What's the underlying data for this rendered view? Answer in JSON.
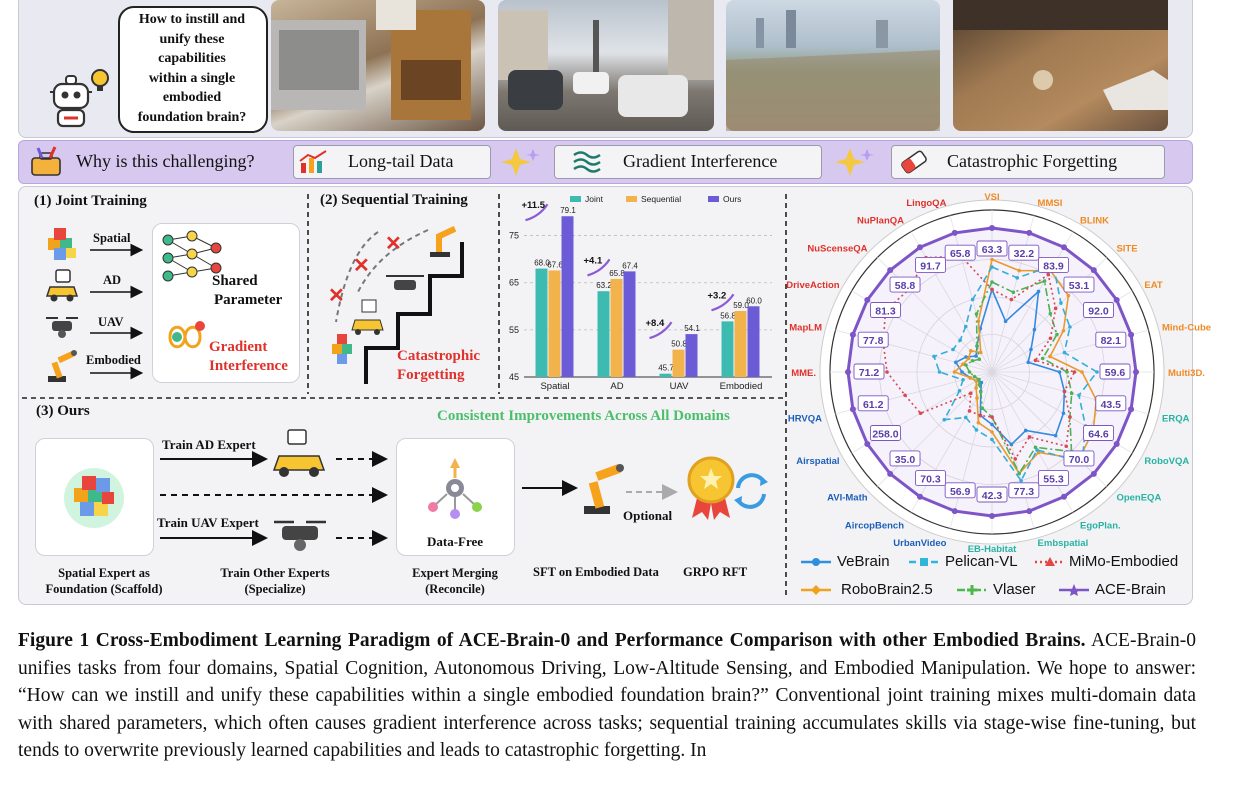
{
  "banner": {
    "question": "How to instill and unify these capabilities within a single embodied foundation brain?",
    "question_lines": [
      "How to instill and",
      "unify these",
      "capabilities",
      "within a single",
      "embodied",
      "foundation brain?"
    ]
  },
  "challenge": {
    "title": "Why is this challenging?",
    "items": [
      "Long-tail Data",
      "Gradient Interference",
      "Catastrophic Forgetting"
    ]
  },
  "joint": {
    "title": "(1) Joint Training",
    "domains": [
      "Spatial",
      "AD",
      "UAV",
      "Embodied"
    ],
    "shared": [
      "Shared",
      "Parameter"
    ],
    "interference": [
      "Gradient",
      "Interference"
    ]
  },
  "sequential": {
    "title": "(2) Sequential Training",
    "forgetting": [
      "Catastrophic",
      "Forgetting"
    ]
  },
  "ours": {
    "title": "(3) Ours",
    "headline": "Consistent Improvements Across All Domains",
    "train_ad": "Train AD Expert",
    "train_uav": "Train UAV Expert",
    "data_free": "Data-Free",
    "optional": "Optional",
    "steps": [
      [
        "Spatial Expert as",
        "Foundation (Scaffold)"
      ],
      [
        "Train Other Experts",
        "(Specialize)"
      ],
      [
        "Expert Merging",
        "(Reconcile)"
      ],
      [
        "SFT on Embodied Data"
      ],
      [
        "GRPO RFT"
      ]
    ]
  },
  "chart_data": [
    {
      "type": "bar",
      "categories": [
        "Spatial",
        "AD",
        "UAV",
        "Embodied"
      ],
      "series": [
        {
          "name": "Joint",
          "color": "#3dbbb0",
          "values": [
            68.0,
            63.2,
            45.7,
            56.8
          ]
        },
        {
          "name": "Sequential",
          "color": "#f2b24c",
          "values": [
            67.6,
            65.8,
            50.8,
            59.0
          ]
        },
        {
          "name": "Ours",
          "color": "#6b5bd6",
          "values": [
            79.1,
            67.4,
            54.1,
            60.0
          ]
        }
      ],
      "value_labels": [
        [
          "68.0",
          "63.2",
          "45.7",
          "56.8"
        ],
        [
          "67.6",
          "65.8",
          "50.8",
          "59.0"
        ],
        [
          "79.1",
          "67.4",
          "54.1",
          "60.0"
        ]
      ],
      "gains": [
        "+11.5",
        "+4.1",
        "+8.4",
        "+3.2"
      ],
      "ylim": [
        45,
        80
      ],
      "yticks": [
        "45",
        "55",
        "65",
        "75"
      ],
      "grid": true,
      "legend": "top"
    },
    {
      "type": "radar",
      "axes": [
        "VSI",
        "MMSI",
        "BLINK",
        "SITE",
        "EAT",
        "Mind-Cube",
        "Multi3D.",
        "ERQA",
        "RoboVQA",
        "OpenEQA",
        "EgoPlan.",
        "Embspatial",
        "EB-Habitat",
        "UrbanVideo",
        "AircopBench",
        "AVI-Math",
        "Airspatial",
        "HRVQA",
        "MME.",
        "MapLM",
        "DriveAction",
        "NuScenseQA",
        "NuPlanQA",
        "LingoQA"
      ],
      "axis_colors": [
        "#f08a24",
        "#f08a24",
        "#f08a24",
        "#f08a24",
        "#f08a24",
        "#f08a24",
        "#f08a24",
        "#27b3a3",
        "#27b3a3",
        "#27b3a3",
        "#27b3a3",
        "#27b3a3",
        "#27b3a3",
        "#1d5fb8",
        "#1d5fb8",
        "#1d5fb8",
        "#1d5fb8",
        "#1d5fb8",
        "#e0312b",
        "#e0312b",
        "#e0312b",
        "#e0312b",
        "#e0312b",
        "#e0312b"
      ],
      "ace_values": [
        "63.3",
        "32.2",
        "83.9",
        "53.1",
        "92.0",
        "82.1",
        "59.6",
        "43.5",
        "64.6",
        "70.0",
        "55.3",
        "77.3",
        "42.3",
        "56.9",
        "70.3",
        "35.0",
        "258.0",
        "61.2",
        "71.2",
        "77.8",
        "81.3",
        "58.8",
        "91.7",
        "65.8"
      ],
      "series": [
        {
          "name": "VeBrain",
          "color": "#2e8fe0",
          "dash": "solid",
          "values": [
            0.55,
            0.35,
            0.62,
            0.4,
            0.3,
            0.25,
            0.45,
            0.5,
            0.55,
            0.6,
            0.45,
            0.5,
            0.35,
            0.3,
            0.15,
            0.1,
            0.12,
            0.15,
            0.2,
            0.25,
            0.2,
            0.15,
            0.2,
            0.3
          ]
        },
        {
          "name": "RoboBrain2.5",
          "color": "#f2a020",
          "dash": "solid",
          "values": [
            0.75,
            0.7,
            0.78,
            0.72,
            0.55,
            0.4,
            0.6,
            0.72,
            0.78,
            0.82,
            0.62,
            0.7,
            0.4,
            0.35,
            0.2,
            0.15,
            0.12,
            0.15,
            0.25,
            0.2,
            0.18,
            0.2,
            0.15,
            0.35
          ]
        },
        {
          "name": "Pelican-VL",
          "color": "#2fb6d8",
          "dash": "dashed",
          "values": [
            0.7,
            0.65,
            0.82,
            0.65,
            0.6,
            0.5,
            0.7,
            0.6,
            0.72,
            0.85,
            0.6,
            0.75,
            0.45,
            0.4,
            0.35,
            0.45,
            0.25,
            0.2,
            0.35,
            0.4,
            0.3,
            0.3,
            0.35,
            0.5
          ]
        },
        {
          "name": "Vlaser",
          "color": "#4cb84c",
          "dash": "dashdot",
          "values": [
            0.6,
            0.55,
            0.7,
            0.55,
            0.5,
            0.35,
            0.5,
            0.55,
            0.6,
            0.75,
            0.58,
            0.7,
            0.3,
            0.25,
            0.15,
            0.12,
            0.1,
            0.12,
            0.15,
            0.18,
            0.15,
            0.12,
            0.2,
            0.4
          ]
        },
        {
          "name": "MiMo-Embodied",
          "color": "#e04848",
          "dash": "dotted",
          "values": [
            0.55,
            0.5,
            0.75,
            0.6,
            0.45,
            0.3,
            0.55,
            0.5,
            0.6,
            0.7,
            0.5,
            0.6,
            0.3,
            0.3,
            0.3,
            0.2,
            0.55,
            0.6,
            0.7,
            0.75,
            0.82,
            0.78,
            0.88,
            0.8
          ]
        },
        {
          "name": "ACE-Brain",
          "color": "#7d55c7",
          "dash": "solid",
          "values": [
            0.96,
            0.96,
            0.96,
            0.96,
            0.96,
            0.96,
            0.96,
            0.96,
            0.96,
            0.96,
            0.96,
            0.96,
            0.96,
            0.96,
            0.96,
            0.96,
            0.96,
            0.96,
            0.96,
            0.96,
            0.96,
            0.96,
            0.96,
            0.96
          ]
        }
      ],
      "legend": "bottom"
    }
  ],
  "caption": {
    "head": "Figure 1  Cross-Embodiment Learning Paradigm of ACE-Brain-0 and Performance Comparison with other Embodied Brains.",
    "body": " ACE-Brain-0 unifies tasks from four domains, Spatial Cognition, Autonomous Driving, Low-Altitude Sensing, and Embodied Manipulation.  We hope to answer:  “How can we instill and unify these capabilities within a single embodied foundation brain?”  Conventional joint training mixes multi-domain data with shared parameters, which often causes gradient interference across tasks; sequential training accumulates skills via stage-wise fine-tuning, but tends to overwrite previously learned capabilities and leads to catastrophic forgetting. In"
  }
}
